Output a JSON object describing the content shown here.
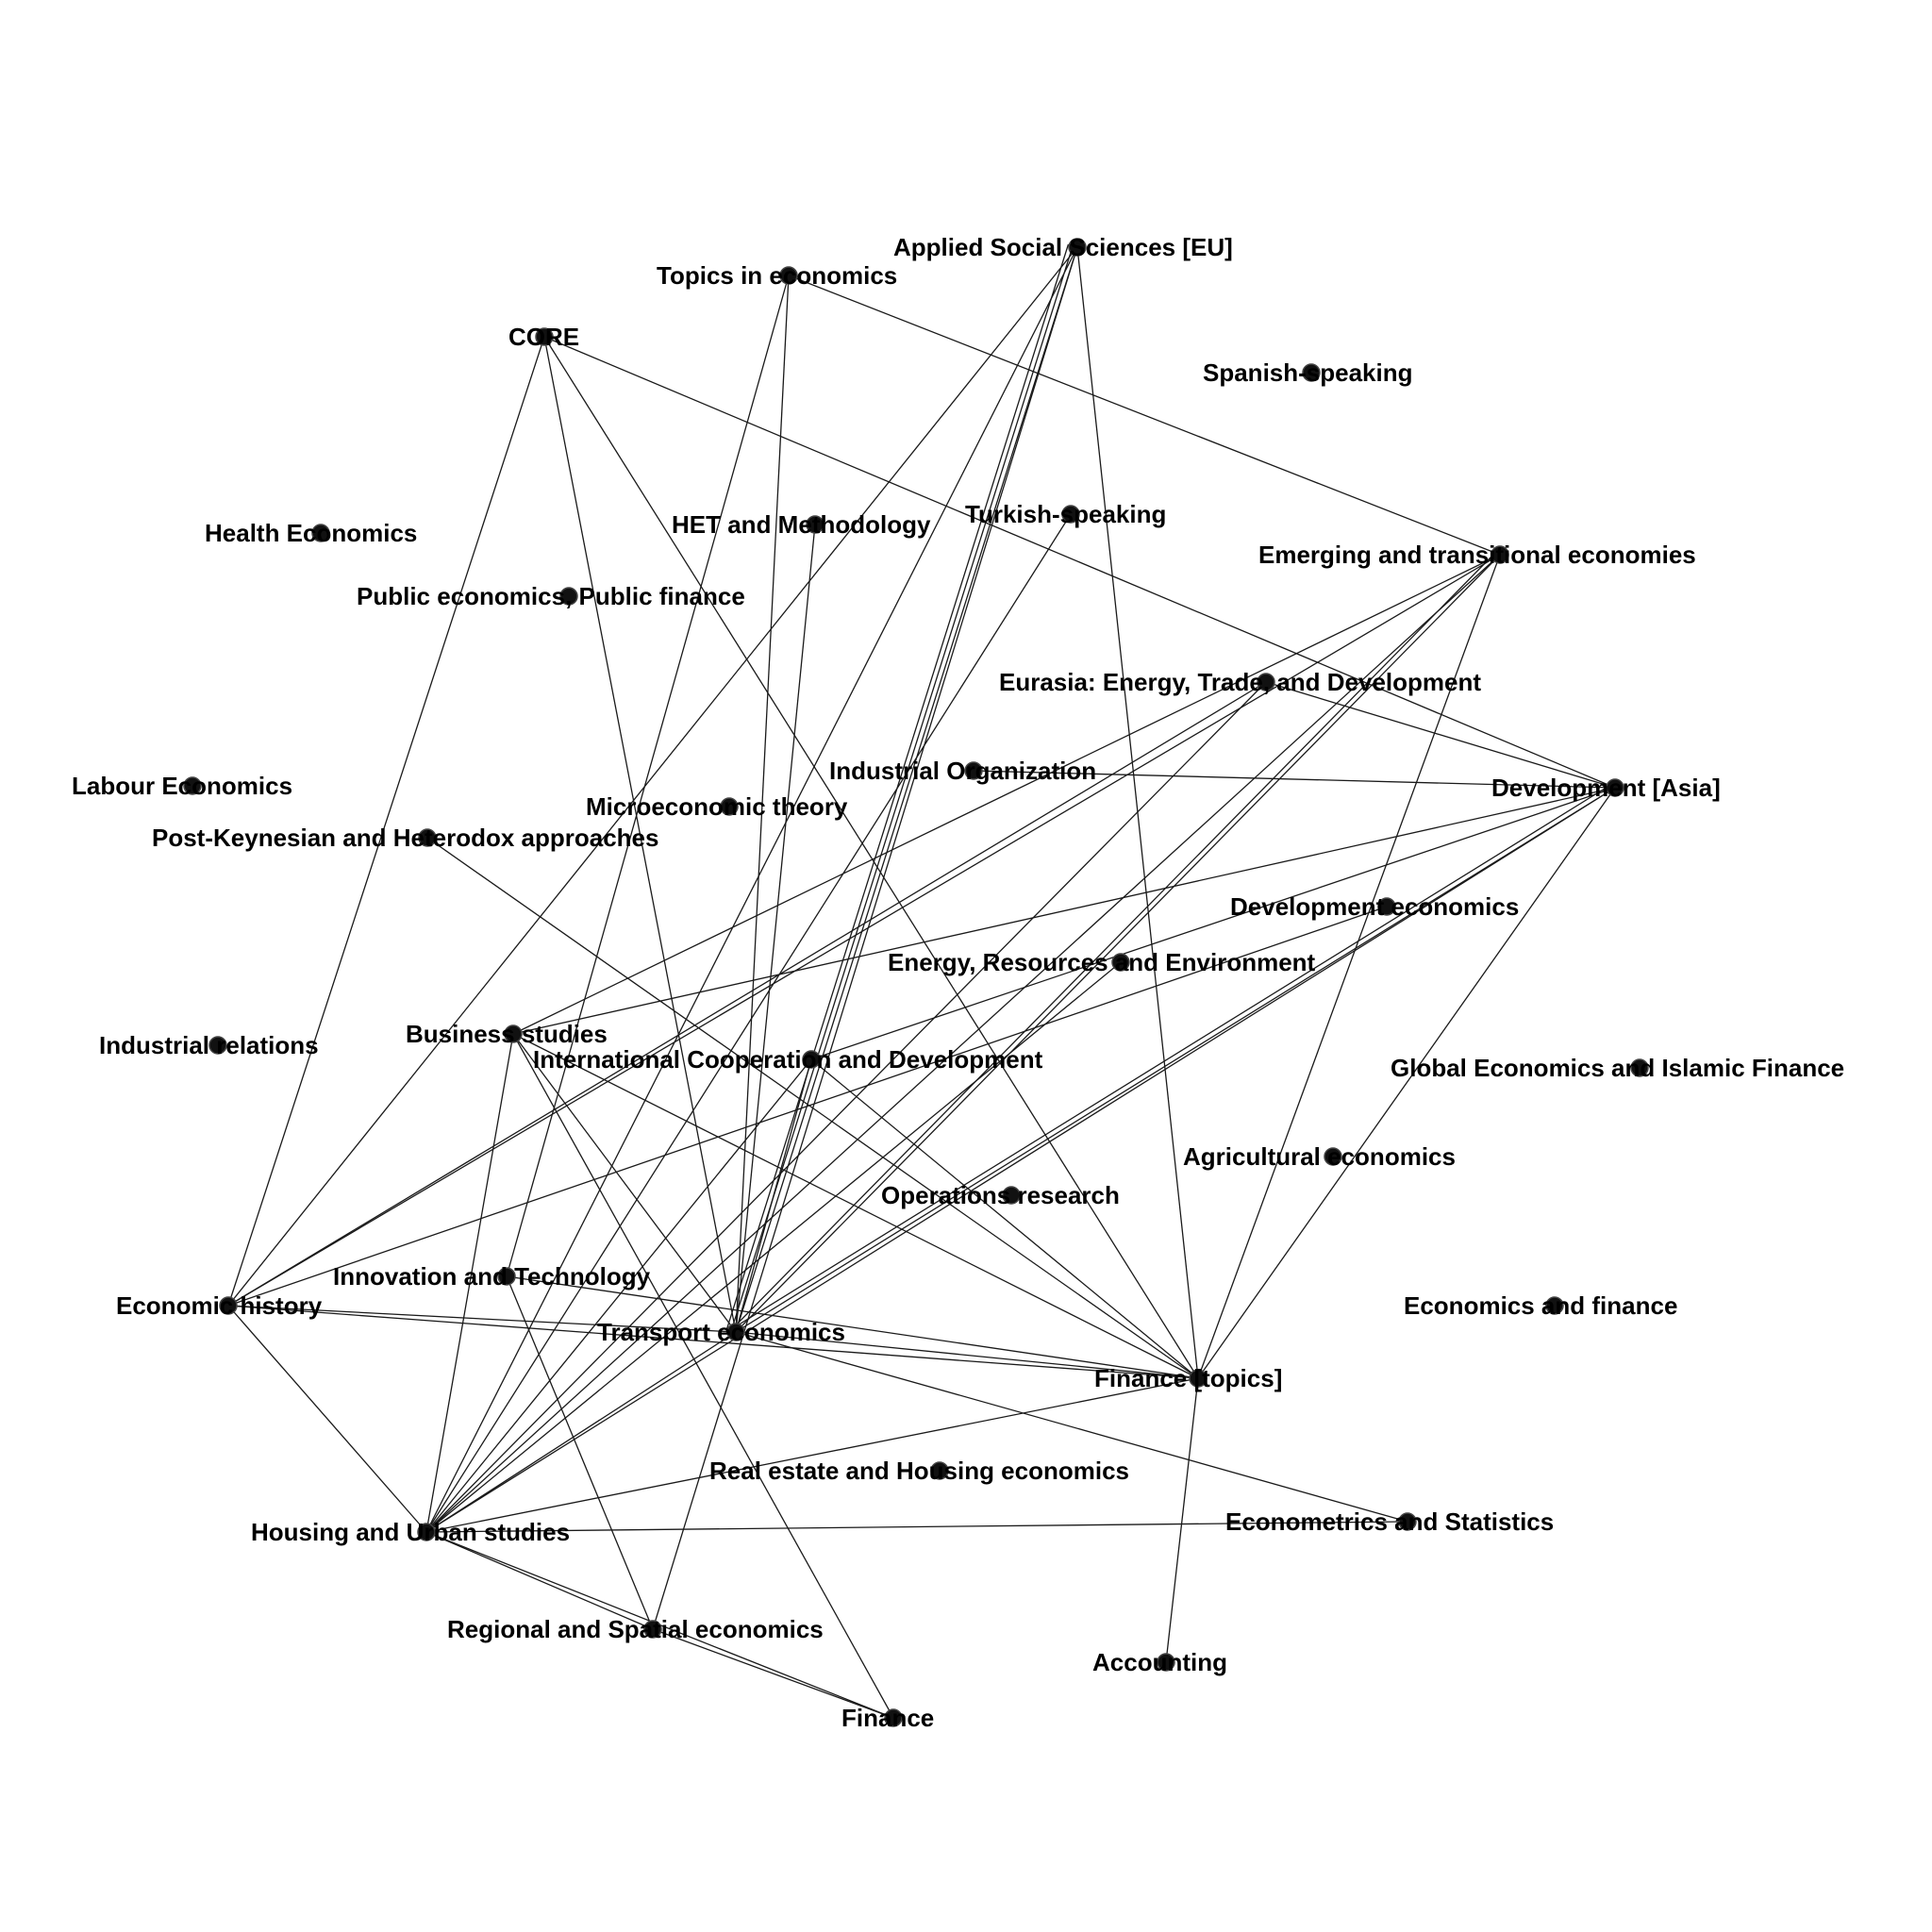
{
  "graph": {
    "node_color": "#111111",
    "edge_color": "#1a1a1a",
    "nodes": [
      {
        "id": "applied-social-sciences-eu",
        "label": "Applied Social Sciences [EU]"
      },
      {
        "id": "topics-in-economics",
        "label": "Topics in economics"
      },
      {
        "id": "core",
        "label": "CORE"
      },
      {
        "id": "spanish-speaking",
        "label": "Spanish-speaking"
      },
      {
        "id": "health-economics",
        "label": "Health Economics"
      },
      {
        "id": "het-and-methodology",
        "label": "HET and Methodology"
      },
      {
        "id": "turkish-speaking",
        "label": "Turkish-speaking"
      },
      {
        "id": "emerging-and-transitional-economies",
        "label": "Emerging and transitional economies"
      },
      {
        "id": "public-economics",
        "label": "Public economics, Public finance"
      },
      {
        "id": "eurasia",
        "label": "Eurasia: Energy, Trade, and Development"
      },
      {
        "id": "labour-economics",
        "label": "Labour Economics"
      },
      {
        "id": "industrial-organization",
        "label": "Industrial Organization"
      },
      {
        "id": "development-asia",
        "label": "Development [Asia]"
      },
      {
        "id": "microeconomic-theory",
        "label": "Microeconomic theory"
      },
      {
        "id": "post-keynesian",
        "label": "Post-Keynesian and Heterodox approaches"
      },
      {
        "id": "development-economics",
        "label": "Development economics"
      },
      {
        "id": "energy-resources-environment",
        "label": "Energy, Resources and Environment"
      },
      {
        "id": "industrial-relations",
        "label": "Industrial relations"
      },
      {
        "id": "business-studies",
        "label": "Business studies"
      },
      {
        "id": "international-cooperation",
        "label": "International Cooperation and Development"
      },
      {
        "id": "global-economics-islamic-finance",
        "label": "Global Economics and Islamic Finance"
      },
      {
        "id": "agricultural-economics",
        "label": "Agricultural economics"
      },
      {
        "id": "operations-research",
        "label": "Operations research"
      },
      {
        "id": "innovation-and-technology",
        "label": "Innovation and Technology"
      },
      {
        "id": "economic-history",
        "label": "Economic history"
      },
      {
        "id": "economics-and-finance",
        "label": "Economics and finance"
      },
      {
        "id": "transport-economics",
        "label": "Transport economics"
      },
      {
        "id": "finance-topics",
        "label": "Finance [topics]"
      },
      {
        "id": "real-estate-housing",
        "label": "Real estate and Housing economics"
      },
      {
        "id": "econometrics-statistics",
        "label": "Econometrics and Statistics"
      },
      {
        "id": "housing-urban-studies",
        "label": "Housing and Urban studies"
      },
      {
        "id": "regional-spatial-economics",
        "label": "Regional and Spatial economics"
      },
      {
        "id": "accounting",
        "label": "Accounting"
      },
      {
        "id": "finance",
        "label": "Finance"
      }
    ],
    "edges": [
      [
        "core",
        "economic-history"
      ],
      [
        "core",
        "transport-economics"
      ],
      [
        "core",
        "finance-topics"
      ],
      [
        "core",
        "development-asia"
      ],
      [
        "topics-in-economics",
        "transport-economics"
      ],
      [
        "topics-in-economics",
        "emerging-and-transitional-economies"
      ],
      [
        "topics-in-economics",
        "innovation-and-technology"
      ],
      [
        "applied-social-sciences-eu",
        "transport-economics"
      ],
      [
        "applied-social-sciences-eu",
        "transport-economics"
      ],
      [
        "applied-social-sciences-eu",
        "transport-economics"
      ],
      [
        "applied-social-sciences-eu",
        "finance-topics"
      ],
      [
        "applied-social-sciences-eu",
        "economic-history"
      ],
      [
        "applied-social-sciences-eu",
        "housing-urban-studies"
      ],
      [
        "applied-social-sciences-eu",
        "regional-spatial-economics"
      ],
      [
        "het-and-methodology",
        "transport-economics"
      ],
      [
        "turkish-speaking",
        "housing-urban-studies"
      ],
      [
        "emerging-and-transitional-economies",
        "business-studies"
      ],
      [
        "emerging-and-transitional-economies",
        "transport-economics"
      ],
      [
        "emerging-and-transitional-economies",
        "transport-economics"
      ],
      [
        "emerging-and-transitional-economies",
        "housing-urban-studies"
      ],
      [
        "emerging-and-transitional-economies",
        "finance-topics"
      ],
      [
        "emerging-and-transitional-economies",
        "economic-history"
      ],
      [
        "eurasia",
        "development-asia"
      ],
      [
        "eurasia",
        "housing-urban-studies"
      ],
      [
        "eurasia",
        "economic-history"
      ],
      [
        "industrial-organization",
        "development-asia"
      ],
      [
        "development-asia",
        "business-studies"
      ],
      [
        "development-asia",
        "transport-economics"
      ],
      [
        "development-asia",
        "transport-economics"
      ],
      [
        "development-asia",
        "housing-urban-studies"
      ],
      [
        "development-asia",
        "finance-topics"
      ],
      [
        "development-asia",
        "international-cooperation"
      ],
      [
        "development-economics",
        "economic-history"
      ],
      [
        "energy-resources-environment",
        "housing-urban-studies"
      ],
      [
        "post-keynesian",
        "finance-topics"
      ],
      [
        "business-studies",
        "housing-urban-studies"
      ],
      [
        "business-studies",
        "transport-economics"
      ],
      [
        "business-studies",
        "finance-topics"
      ],
      [
        "business-studies",
        "finance"
      ],
      [
        "international-cooperation",
        "finance-topics"
      ],
      [
        "international-cooperation",
        "housing-urban-studies"
      ],
      [
        "international-cooperation",
        "transport-economics"
      ],
      [
        "innovation-and-technology",
        "finance-topics"
      ],
      [
        "innovation-and-technology",
        "regional-spatial-economics"
      ],
      [
        "economic-history",
        "transport-economics"
      ],
      [
        "economic-history",
        "finance-topics"
      ],
      [
        "economic-history",
        "housing-urban-studies"
      ],
      [
        "transport-economics",
        "finance-topics"
      ],
      [
        "transport-economics",
        "econometrics-statistics"
      ],
      [
        "transport-economics",
        "housing-urban-studies"
      ],
      [
        "finance-topics",
        "housing-urban-studies"
      ],
      [
        "finance-topics",
        "accounting"
      ],
      [
        "housing-urban-studies",
        "regional-spatial-economics"
      ],
      [
        "housing-urban-studies",
        "econometrics-statistics"
      ],
      [
        "housing-urban-studies",
        "finance"
      ],
      [
        "regional-spatial-economics",
        "finance"
      ]
    ]
  }
}
